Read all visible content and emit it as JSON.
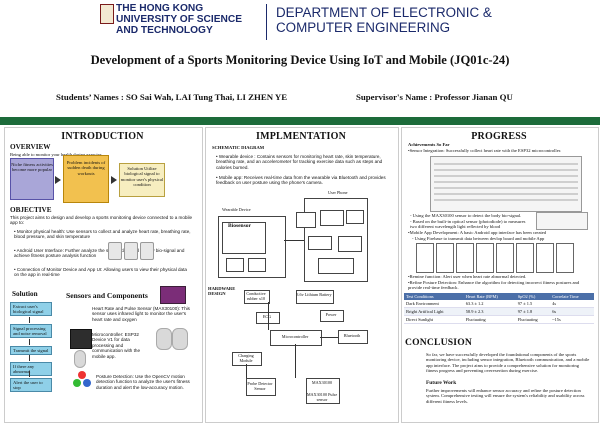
{
  "header": {
    "university_line1": "THE HONG KONG",
    "university_line2": "UNIVERSITY OF SCIENCE",
    "university_line3": "AND TECHNOLOGY",
    "department_line1": "DEPARTMENT OF ELECTRONIC &",
    "department_line2": "COMPUTER ENGINEERING"
  },
  "title": "Development of a Sports Monitoring Device Using IoT and Mobile (JQ01c-24)",
  "students": "Students’ Names : SO Sai Wah, LAI Tung Thai, LI ZHEN YE",
  "supervisor": "Supervisor's Name : Professor Jianan QU",
  "introduction": {
    "heading": "INTRODUCTION",
    "overview_heading": "OVERVIEW",
    "overview_text": "Being able to monitor your health during exercise",
    "box_niche": "Niche fitness activities become more popular",
    "box_problem": "Problem incidents of sudden death during workouts",
    "box_solution": "Solution Utilize biological signal to monitor user's physical condition",
    "objective_heading": "OBJECTIVE",
    "objective_text": "This project aims to design and develop a sports monitoring device connected to a mobile app to:",
    "obj_items": [
      "Monitor physical health: Use sensors to collect and analyze heart rate, breathing rate, blood pressure, and skin temperature",
      "Android User Interface: Further analyze the sensor data and display bio-signal and achieve fitness posture analysis function",
      "Connection of Monitor Device and App UI: Allowing users to view their physical data on the app in real-time"
    ],
    "solution_heading": "Solution",
    "flow": [
      "Extract user's biological signal",
      "Signal processing and noise removal",
      "Transmit the signal",
      "If there any abnormal",
      "Alert the user to stop"
    ],
    "sensors_heading": "Sensors and Components",
    "comp1": "Heart Rate and Pulse Sensor (MAX30100): This sensor uses infrared light to monitor the user's heart rate and oxygen",
    "comp2": "Microcontroller: ESP32 Device V1 for data processing and communication with the mobile app.",
    "comp3": "Posture Detection: Use the OpenCV motion detection function to analyze the user's fitness duration and alert the low-accuracy motion."
  },
  "implementation": {
    "heading": "IMPLMENTATION",
    "schematic_heading": "SCHEMATIC DIAGRAM",
    "item1": "Wearable device : Contains sensors for monitoring heart rate, skin temperature, breathing rate, and an accelerometer for tracking exercise data such as steps and calories burned.",
    "item2": "Mobile app: Receives real-time data from the wearable via Bluetooth and provides feedback on user posture using the phone's camera.",
    "diagram_top_label": "User Phone",
    "diagram_device_label": "Wearable Device",
    "diagram_biosensor": "Biosensor",
    "hardware_heading": "HARDWARE DESIGN",
    "hw_labels": [
      "Conductive rubber x10",
      "3.6v Lithium Battery",
      "ECG",
      "Microcontroller",
      "Bluetooth",
      "Power",
      "Charging Module",
      "Probe Detector Sensor",
      "MAX30100",
      "MAX30100 Pulse sensor"
    ]
  },
  "progress": {
    "heading": "PROGRESS",
    "achievements": "Achievements So Far",
    "sensor_integration": "•Sensor Integration: Successfully collect heart rate with the ESP32 microcontroller.",
    "bullets1": [
      "- Using the MAX30100 sensor to detect the body bio-signal.",
      "- Based on the built-in optical sensor (photodiode) to measures two different wavelength light reflected by blood"
    ],
    "mobile_dev": "•Mobile App Development: A basic Android app interface has been created",
    "mobile_sub": "- Using Firebase to transmit data between devlop board and mobile App",
    "remote": "•Remine function: Alert user when heart rate abnormal detected.",
    "posture": "•Refine Posture Detection: Enhance the algorithm for detecting incorrect fitness postures and provide real-time feedback.",
    "table_headers": [
      "Test Conditions",
      "Heart Rate (BPM)",
      "SpO2 (%)",
      "Correlate Time"
    ],
    "table_rows": [
      [
        "Dark Environment",
        "63.3 ± 1.2",
        "97 ± 1.5",
        "4s"
      ],
      [
        "Bright Artifical Light",
        "58.9 ± 2.3",
        "97 ± 1.8",
        "6s"
      ],
      [
        "Direct Sunlight",
        "Fluctuating",
        "Fluctuating",
        "~15s"
      ]
    ],
    "conclusion_heading": "CONCLUSION",
    "conclusion_text": "So far, we have successfully developed the foundational components of the sports monitoring device, including sensor integration, Bluetooth communication, and a mobile app interface. The project aims to provide a comprehensive solution for monitoring fitness progress and preventing overexertion during exercise.",
    "future_heading": "Future Work",
    "future_text": "Further improvements will enhance sensor accuracy and refine the posture detection system. Comprehensive testing will ensure the system's reliability and usability across different fitness levels."
  },
  "colors": {
    "green": "#1c6b3a",
    "navy": "#1b2a6b"
  }
}
